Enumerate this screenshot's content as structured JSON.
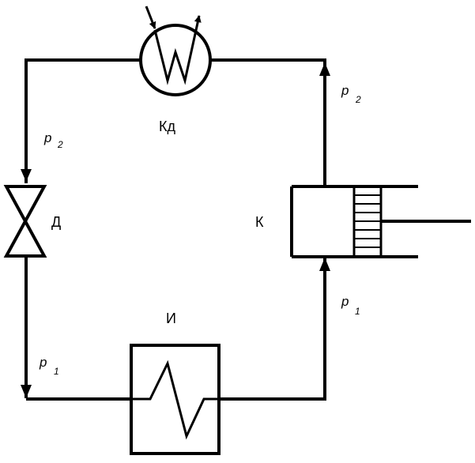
{
  "labels": {
    "condenser": "Кд",
    "throttle": "Д",
    "compressor": "К",
    "evaporator": "И"
  },
  "pressures": {
    "high": {
      "symbol": "p",
      "index": "2"
    },
    "low": {
      "symbol": "p",
      "index": "1"
    }
  },
  "colors": {
    "line": "#000000",
    "background": "#ffffff"
  }
}
